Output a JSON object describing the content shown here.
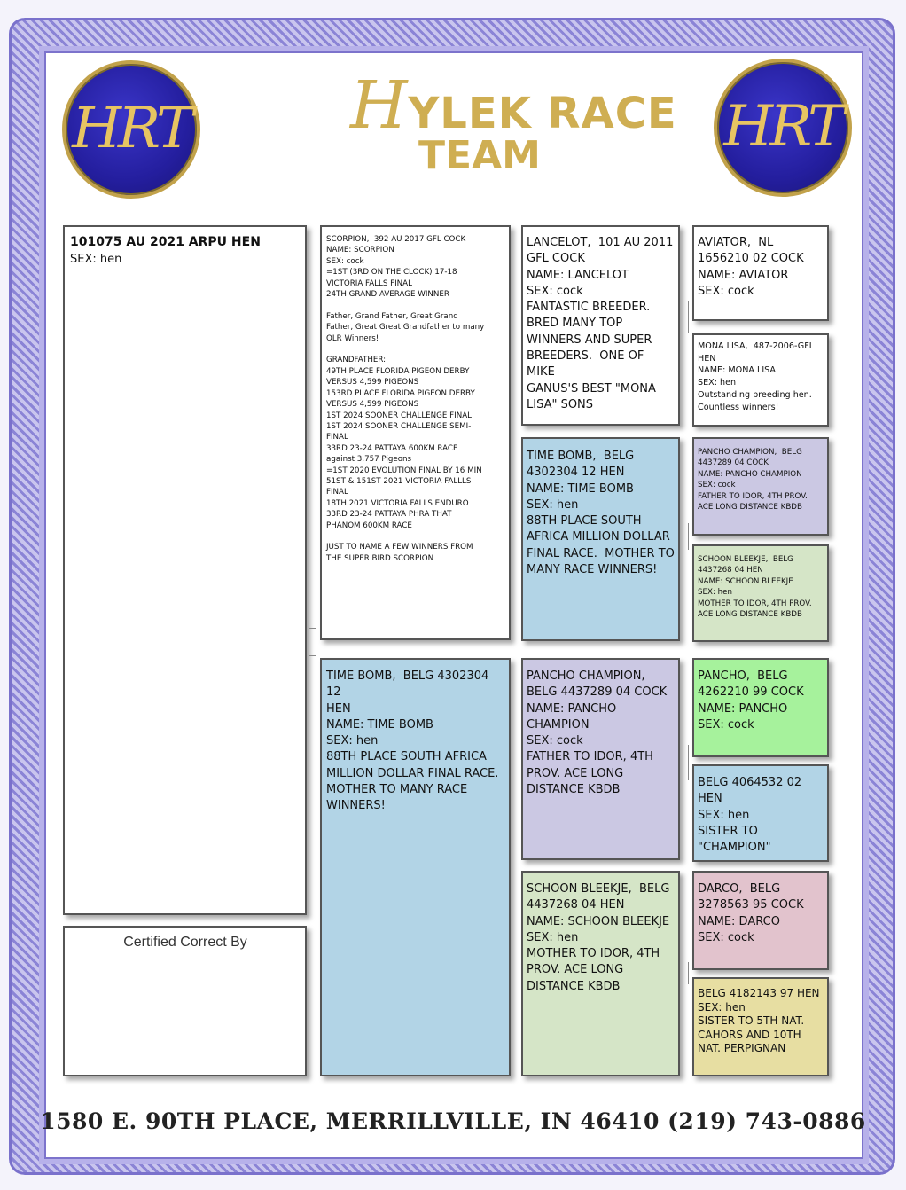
{
  "header": {
    "title_initial": "H",
    "title_line1": "YLEK RACE",
    "title_line2": "TEAM",
    "logo_text": "HRT"
  },
  "subject": {
    "line1": "101075 AU 2021 ARPU HEN",
    "line2": "SEX: hen"
  },
  "certified": "Certified Correct By",
  "sire": {
    "lines": [
      "SCORPION,  392 AU 2017 GFL COCK",
      "NAME: SCORPION",
      "SEX: cock",
      "=1ST (3RD ON THE CLOCK) 17-18",
      "VICTORIA FALLS FINAL",
      "24TH GRAND AVERAGE WINNER",
      "",
      "Father, Grand Father, Great Grand",
      "Father, Great Great Grandfather to many",
      "OLR Winners!",
      "",
      "GRANDFATHER:",
      "49TH PLACE FLORIDA PIGEON DERBY",
      "VERSUS 4,599 PIGEONS",
      "153RD PLACE FLORIDA PIGEON DERBY",
      "VERSUS 4,599 PIGEONS",
      "1ST 2024 SOONER CHALLENGE FINAL",
      "1ST 2024 SOONER CHALLENGE SEMI-",
      "FINAL",
      "33RD 23-24 PATTAYA 600KM RACE",
      "against 3,757 Pigeons",
      "=1ST 2020 EVOLUTION FINAL BY 16 MIN",
      "51ST & 151ST 2021 VICTORIA FALLLS",
      "FINAL",
      "18TH 2021 VICTORIA FALLS ENDURO",
      "33RD 23-24 PATTAYA PHRA THAT",
      "PHANOM 600KM RACE",
      "",
      "JUST TO NAME A FEW WINNERS FROM",
      "THE SUPER BIRD SCORPION"
    ]
  },
  "dam": {
    "lines": [
      "TIME BOMB,  BELG 4302304 12",
      "HEN",
      "NAME: TIME BOMB",
      "SEX: hen",
      "88TH PLACE SOUTH AFRICA",
      "MILLION DOLLAR FINAL RACE.",
      "MOTHER TO MANY RACE",
      "WINNERS!"
    ]
  },
  "grandparents": [
    {
      "lines": [
        "LANCELOT,  101 AU 2011",
        "GFL COCK",
        "NAME: LANCELOT",
        "SEX: cock",
        "FANTASTIC BREEDER.",
        "BRED MANY TOP",
        "WINNERS AND SUPER",
        "BREEDERS.  ONE OF MIKE",
        "GANUS'S BEST \"MONA",
        "LISA\" SONS"
      ]
    },
    {
      "lines": [
        "TIME BOMB,  BELG",
        "4302304 12 HEN",
        "NAME: TIME BOMB",
        "SEX: hen",
        "88TH PLACE SOUTH",
        "AFRICA MILLION DOLLAR",
        "FINAL RACE.  MOTHER TO",
        "MANY RACE WINNERS!"
      ]
    },
    {
      "lines": [
        "PANCHO CHAMPION,",
        "BELG 4437289 04 COCK",
        "NAME: PANCHO",
        "CHAMPION",
        "SEX: cock",
        "FATHER TO IDOR, 4TH",
        "PROV. ACE LONG",
        "DISTANCE KBDB"
      ]
    },
    {
      "lines": [
        "SCHOON BLEEKJE,  BELG",
        "4437268 04 HEN",
        "NAME: SCHOON BLEEKJE",
        "SEX: hen",
        "MOTHER TO IDOR, 4TH",
        "PROV. ACE LONG",
        "DISTANCE KBDB"
      ]
    }
  ],
  "great_grandparents": [
    {
      "lines": [
        "AVIATOR,  NL",
        "1656210 02 COCK",
        "NAME: AVIATOR",
        "SEX: cock"
      ]
    },
    {
      "lines": [
        "MONA LISA,  487-2006-GFL",
        "HEN",
        "NAME: MONA LISA",
        "SEX: hen",
        "Outstanding breeding hen.",
        "Countless winners!"
      ]
    },
    {
      "lines": [
        "PANCHO CHAMPION,  BELG",
        "4437289 04 COCK",
        "NAME: PANCHO CHAMPION",
        "SEX: cock",
        "FATHER TO IDOR, 4TH PROV.",
        "ACE LONG DISTANCE KBDB"
      ]
    },
    {
      "lines": [
        "SCHOON BLEEKJE,  BELG",
        "4437268 04 HEN",
        "NAME: SCHOON BLEEKJE",
        "SEX: hen",
        "MOTHER TO IDOR, 4TH PROV.",
        "ACE LONG DISTANCE KBDB"
      ]
    },
    {
      "lines": [
        "PANCHO,  BELG",
        "4262210 99 COCK",
        "NAME: PANCHO",
        "SEX: cock"
      ]
    },
    {
      "lines": [
        "BELG 4064532 02",
        "HEN",
        "SEX: hen",
        "SISTER TO",
        "\"CHAMPION\""
      ]
    },
    {
      "lines": [
        "DARCO,  BELG",
        "3278563 95 COCK",
        "NAME: DARCO",
        "SEX: cock"
      ]
    },
    {
      "lines": [
        "BELG 4182143 97 HEN",
        "SEX: hen",
        "SISTER TO 5TH NAT.",
        "CAHORS AND 10TH",
        "NAT. PERPIGNAN"
      ]
    }
  ],
  "footer": "1580 E. 90TH PLACE, MERRILLVILLE, IN 46410  (219) 743-0886",
  "colors": {
    "border": "#9d96de",
    "gold": "#cfae52",
    "logo_blue": "#241e9e",
    "box_blue": "#b2d4e6",
    "box_lavender": "#cbc8e3",
    "box_light_green": "#d5e5c7",
    "box_green": "#a6f29c",
    "box_pink": "#e2c3cd",
    "box_tan": "#e7dea2"
  }
}
